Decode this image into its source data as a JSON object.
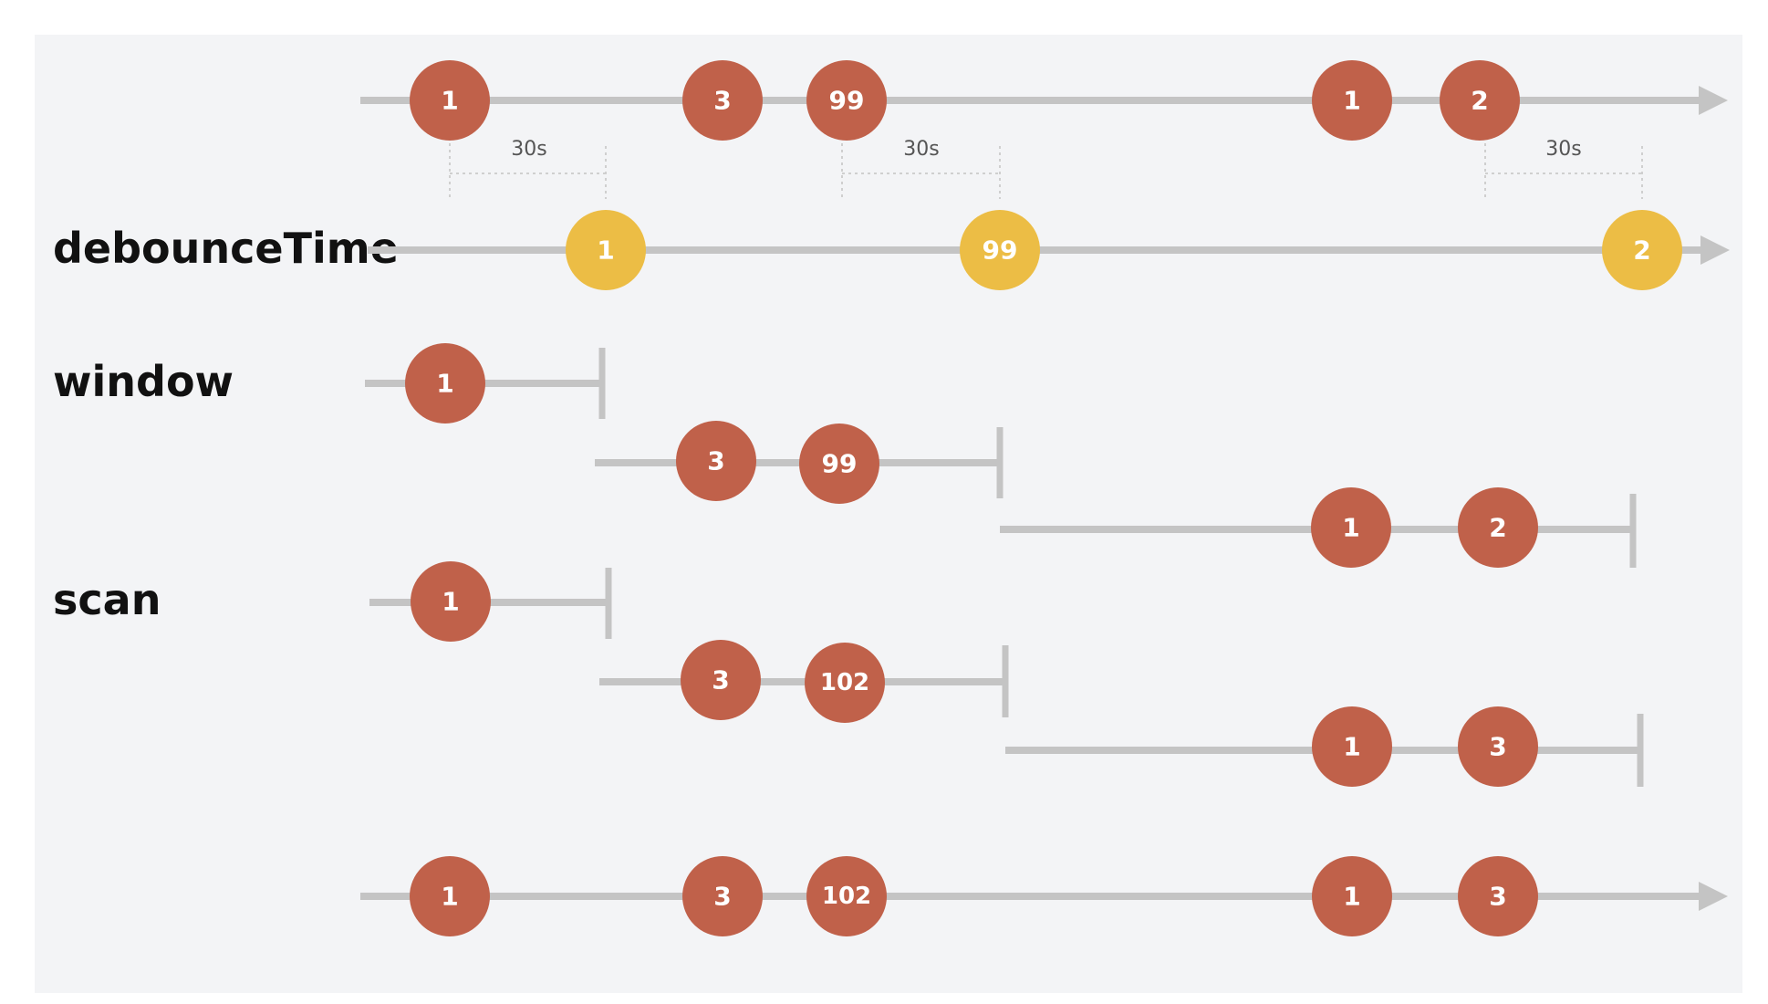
{
  "labels": {
    "debounce": "debounceTime",
    "window": "window",
    "scan": "scan"
  },
  "intervals": [
    "30s",
    "30s",
    "30s"
  ],
  "colors": {
    "background": "#f3f4f6",
    "line": "#c4c4c4",
    "marble_red": "#c0614a",
    "marble_yellow": "#ecbd45",
    "marble_text": "#ffffff"
  },
  "streams": {
    "source": [
      "1",
      "3",
      "99",
      "1",
      "2"
    ],
    "debounce": [
      "1",
      "99",
      "2"
    ],
    "window_1": [
      "1"
    ],
    "window_2": [
      "3",
      "99"
    ],
    "window_3": [
      "1",
      "2"
    ],
    "scan_1": [
      "1"
    ],
    "scan_2": [
      "3",
      "102"
    ],
    "scan_3": [
      "1",
      "3"
    ],
    "result": [
      "1",
      "3",
      "102",
      "1",
      "3"
    ]
  }
}
